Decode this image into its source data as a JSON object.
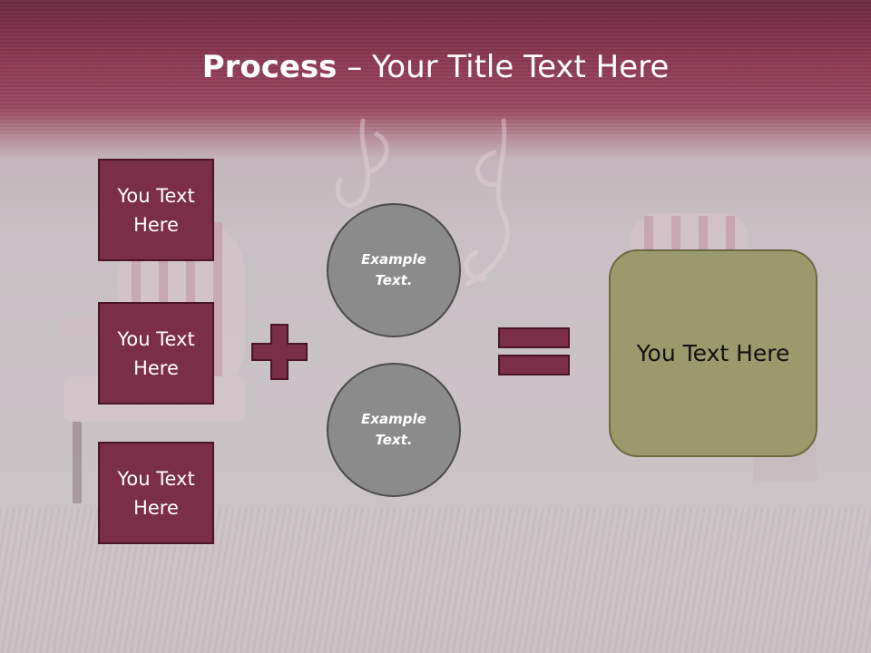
{
  "slide": {
    "title_bold": "Process",
    "title_rest": " – Your Title Text Here"
  },
  "left_boxes": [
    {
      "label": "You Text\nHere"
    },
    {
      "label": "You Text\nHere"
    },
    {
      "label": "You Text\nHere"
    }
  ],
  "circles": [
    {
      "label": "Example\nText."
    },
    {
      "label": "Example\nText."
    }
  ],
  "result": {
    "label": "You Text Here"
  },
  "colors": {
    "header": "#8e3a55",
    "box_fill": "#7b2e47",
    "circle_fill": "#8b8b8b",
    "result_fill": "#9b9a6c",
    "operator": "#7b2e47"
  },
  "icons": {
    "plus": "plus-icon",
    "equals": "equals-icon"
  }
}
